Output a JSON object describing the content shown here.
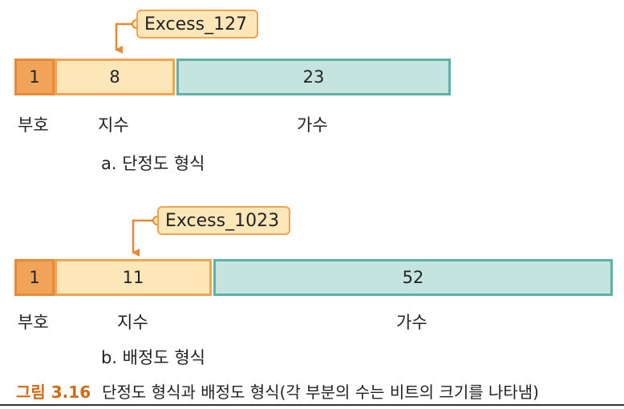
{
  "single": {
    "callout": "Excess_127",
    "sign_bits": "1",
    "exponent_bits": "8",
    "mantissa_bits": "23",
    "sign_label": "부호",
    "exponent_label": "지수",
    "mantissa_label": "가수",
    "caption": "a. 단정도 형식"
  },
  "double": {
    "callout": "Excess_1023",
    "sign_bits": "1",
    "exponent_bits": "11",
    "mantissa_bits": "52",
    "sign_label": "부호",
    "exponent_label": "지수",
    "mantissa_label": "가수",
    "caption": "b. 배정도 형식"
  },
  "figure": {
    "number": "그림 3.16",
    "text": "단정도 형식과 배정도 형식(각 부분의 수는 비트의 크기를 나타냄)"
  },
  "colors": {
    "sign_fill": "#f2a35a",
    "exponent_fill": "#fde7b8",
    "mantissa_fill": "#c5e4df",
    "accent": "#e58a37",
    "figure_number": "#d06a17"
  }
}
